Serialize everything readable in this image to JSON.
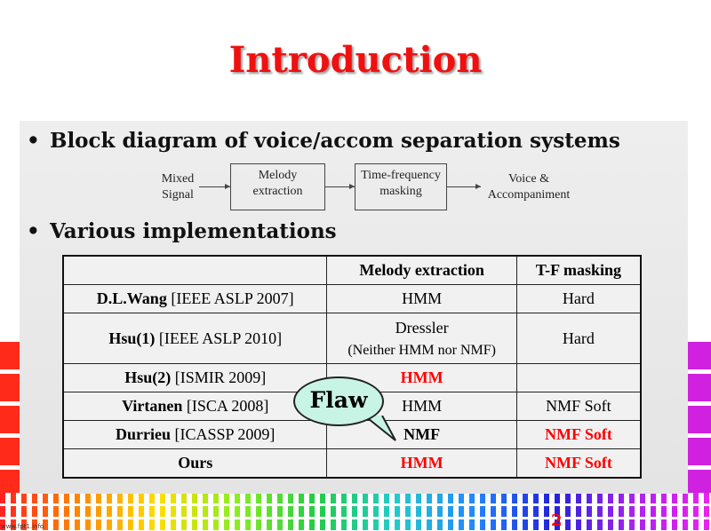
{
  "title": "Introduction",
  "bullets": [
    "Block diagram of voice/accom separation systems",
    "Various implementations"
  ],
  "diagram": {
    "input": [
      "Mixed",
      "Signal"
    ],
    "box1": [
      "Melody",
      "extraction"
    ],
    "box2": [
      "Time-frequency",
      "masking"
    ],
    "output": [
      "Voice &",
      "Accompaniment"
    ]
  },
  "table": {
    "headers": [
      "",
      "Melody extraction",
      "T-F masking"
    ],
    "rows": [
      {
        "name": "D.L.Wang",
        "ref": "[IEEE ASLP 2007]",
        "melody": "HMM",
        "tf": "Hard"
      },
      {
        "name": "Hsu(1)",
        "ref": "[IEEE ASLP 2010]",
        "melody": "Dressler",
        "melody_note": "(Neither HMM nor NMF)",
        "tf": "Hard"
      },
      {
        "name": "Hsu(2)",
        "ref": "[ISMIR 2009]",
        "melody": "HMM",
        "tf": ""
      },
      {
        "name": "Virtanen",
        "ref": "[ISCA 2008]",
        "melody": "HMM",
        "tf": "NMF Soft"
      },
      {
        "name": "Durrieu",
        "ref": "[ICASSP 2009]",
        "melody": "NMF",
        "tf": "NMF Soft"
      },
      {
        "name": "Ours",
        "ref": "",
        "melody": "HMM",
        "tf": "NMF Soft"
      }
    ]
  },
  "callout": "Flaw",
  "page_number": "2",
  "watermark": "www.fpt1.info",
  "colors": {
    "title": "#f01010",
    "highlight": "#ff0000",
    "bubble": "#c8f4e6"
  }
}
